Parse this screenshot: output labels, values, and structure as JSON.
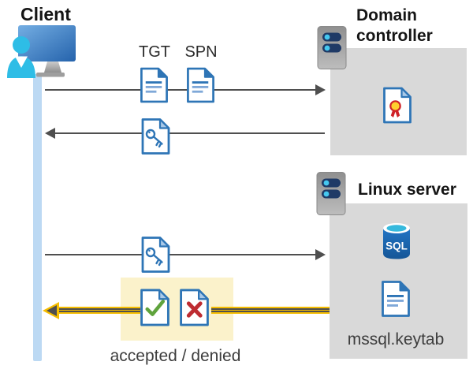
{
  "client": {
    "label": "Client"
  },
  "domain_controller": {
    "label": "Domain controller"
  },
  "linux_server": {
    "label": "Linux server",
    "sql_label": "SQL",
    "keytab_label": "mssql.keytab"
  },
  "messages": {
    "tgt_label": "TGT",
    "spn_label": "SPN",
    "result_label": "accepted / denied"
  },
  "icons": {
    "client": "person-monitor-icon",
    "server": "server-tower-icon",
    "ticket_document": "document-icon",
    "key_document": "key-ticket-icon",
    "certificate_document": "certificate-icon",
    "accepted_document": "accepted-check-icon",
    "denied_document": "denied-x-icon",
    "sql": "sql-database-icon"
  },
  "colors": {
    "doc_blue": "#2e75b6",
    "doc_line_light": "#7fa8d8",
    "person_cyan": "#2ebde6",
    "arrow_gray": "#4f4f4f",
    "box_gray": "#d9d9d9",
    "lifeline_blue": "#bcd9f3",
    "highlight_yellow": "#fbf2cb",
    "arrow_yellow": "#f5bd00",
    "check_green": "#5fa33c",
    "deny_red": "#be2c31",
    "seal_yellow": "#ffd02e",
    "seal_red": "#cf2127",
    "sql_body_blue": "#1b6bb4",
    "sql_top_cyan": "#35b9dd",
    "server_pill_navy": "#1f3a66",
    "server_dot_cyan": "#45c8f0"
  }
}
